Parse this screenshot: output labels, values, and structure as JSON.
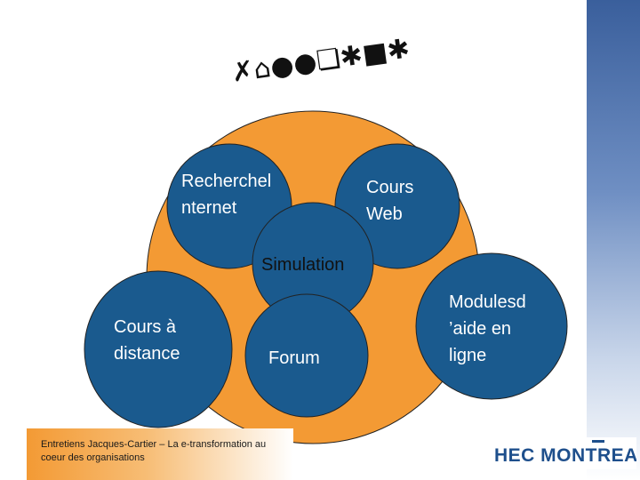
{
  "slide": {
    "title_glyphs": "✗⌂●●❏✱■✱",
    "bubbles": {
      "recherche": {
        "line1": "Recherchel",
        "line2": "nternet"
      },
      "cours_web": {
        "line1": "Cours",
        "line2": "Web"
      },
      "simulation": {
        "line1": "Simulation"
      },
      "cours_distance": {
        "line1": "Cours à",
        "line2": "distance"
      },
      "forum": {
        "line1": "Forum"
      },
      "modules": {
        "line1": "Modulesd",
        "line2": "’aide en",
        "line3": "ligne"
      }
    },
    "footer": {
      "line1": "Entretiens Jacques-Cartier – La e-transformation au",
      "line2": "coeur des organisations"
    },
    "logo": {
      "text": "HEC MONTREAL"
    }
  },
  "colors": {
    "orange": "#f39a34",
    "navy": "#1a5a8e",
    "text_light": "#ffffff",
    "text_dark": "#111111"
  }
}
